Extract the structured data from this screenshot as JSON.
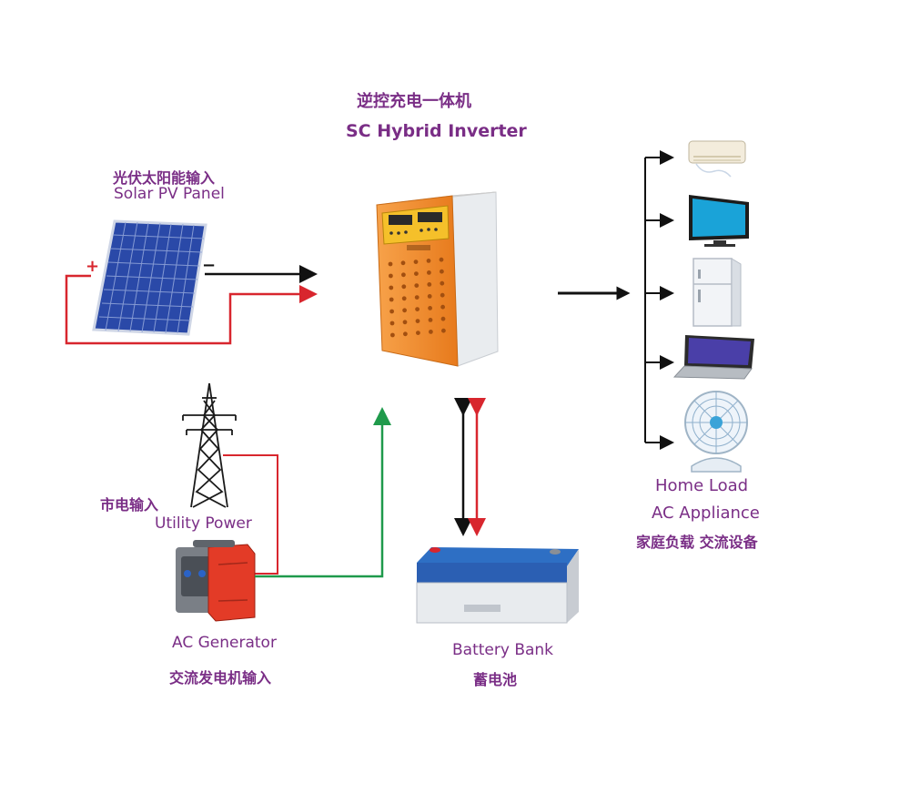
{
  "title": {
    "cn": "逆控充电一体机",
    "en": "SC Hybrid Inverter"
  },
  "solar": {
    "cn": "光伏太阳能输入",
    "en": "Solar PV Panel",
    "plus": "+",
    "minus": "−"
  },
  "utility": {
    "cn": "市电输入",
    "en": "Utility Power"
  },
  "generator": {
    "en": "AC Generator",
    "cn": "交流发电机输入"
  },
  "battery": {
    "en": "Battery Bank",
    "cn": "蓄电池"
  },
  "load": {
    "en_line1": "Home Load",
    "en_line2": "AC Appliance",
    "cn": "家庭负载 交流设备"
  },
  "colors": {
    "label": "#7a2e86",
    "dc_positive": "#d8262e",
    "dc_negative": "#111111",
    "ac_input": "#1f9a4b",
    "inverter_body": "#f08a2c",
    "panel": "#2a49a8"
  }
}
